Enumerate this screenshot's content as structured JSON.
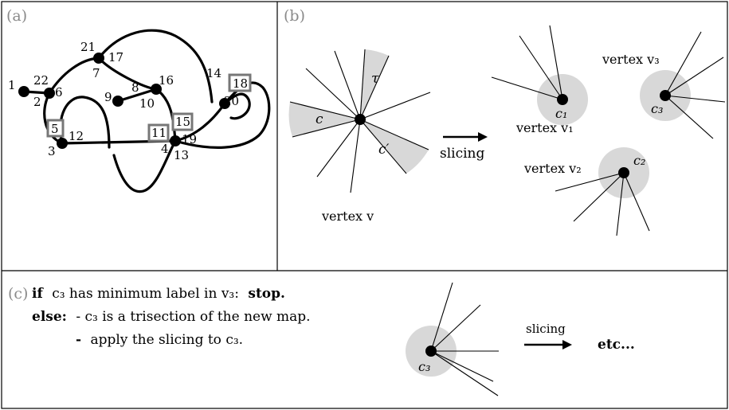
{
  "panels": {
    "a": {
      "label": "(a)"
    },
    "b": {
      "label": "(b)"
    },
    "c": {
      "label": "(c)"
    }
  },
  "panel_a": {
    "labels": [
      "1",
      "22",
      "6",
      "2",
      "21",
      "17",
      "7",
      "9",
      "8",
      "16",
      "10",
      "14",
      "18",
      "20",
      "5",
      "3",
      "12",
      "11",
      "15",
      "4",
      "19",
      "13"
    ],
    "boxed_labels": [
      "5",
      "11",
      "15",
      "18"
    ]
  },
  "panel_b": {
    "tau": "τ",
    "c": "c",
    "c_prime": "c′",
    "vertex_v": "vertex v",
    "arrow_label": "slicing",
    "c1": "c₁",
    "c2": "c₂",
    "c3": "c₃",
    "vertex_v1": "vertex v₁",
    "vertex_v2": "vertex v₂",
    "vertex_v3": "vertex v₃"
  },
  "panel_c": {
    "line1_kw": "if",
    "line1_text": "c₃ has minimum label in v₃:",
    "line1_stop": "stop.",
    "line2_kw": "else:",
    "line2_text": "- c₃ is a trisection of the new map.",
    "line3_dash": "-",
    "line3_text": "apply the slicing to c₃.",
    "c3": "c₃",
    "arrow_label": "slicing",
    "etc": "etc..."
  }
}
